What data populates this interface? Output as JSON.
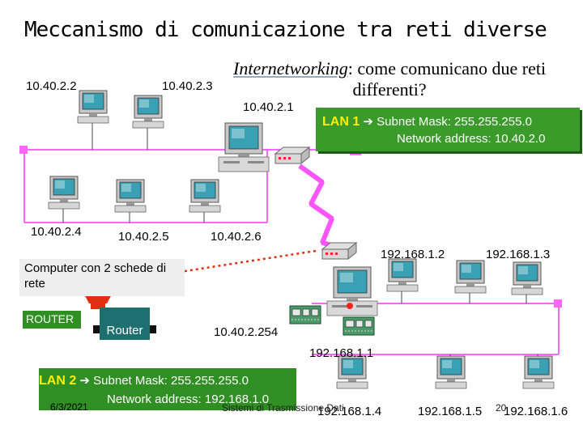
{
  "title": "Meccanismo di comunicazione tra reti diverse",
  "subtitle": {
    "keyword": "Internetworking",
    "line1_rest": ": come comunicano due reti",
    "line2": "differenti?"
  },
  "lan1": {
    "label": "LAN 1",
    "arrow": "➔",
    "subnet": "Subnet Mask: 255.255.255.0",
    "network": "Network address: 10.40.2.0"
  },
  "lan2": {
    "label": "LAN 2",
    "arrow": "➔",
    "subnet": "Subnet Mask: 255.255.255.0",
    "network": "Network address: 192.168.1.0"
  },
  "hosts_lan1": [
    "10.40.2.2",
    "10.40.2.3",
    "10.40.2.1",
    "10.40.2.4",
    "10.40.2.5",
    "10.40.2.6"
  ],
  "router_ip_lan1": "10.40.2.254",
  "router_ip_lan2": "192.168.1.1",
  "hosts_lan2": [
    "192.168.1.2",
    "192.168.1.3",
    "192.168.1.4",
    "192.168.1.5",
    "192.168.1.6"
  ],
  "callout_computer": "Computer con 2 schede di rete",
  "router_tag": "ROUTER",
  "router_box_label": "Router",
  "date": "6/3/2021",
  "footer": "Sistemi di Trasmissione Dati",
  "page_number": "20",
  "colors": {
    "lan_box": "#3a9a2a",
    "lan_label": "#ffee00",
    "bus": "#ff66ff",
    "arrow": "#e03010",
    "wan_link": "#ff55ff"
  }
}
